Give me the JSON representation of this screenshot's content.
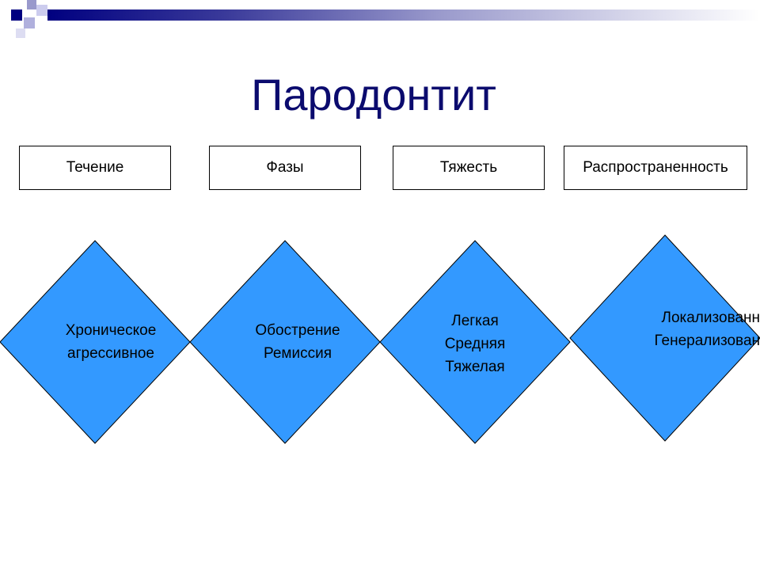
{
  "title": "Пародонтит",
  "colors": {
    "title_text": "#0b0b6e",
    "diamond_fill": "#3399ff",
    "header_bar_start": "#000080"
  },
  "categories": [
    {
      "label": "Течение",
      "items": [
        "Хроническое",
        "агрессивное"
      ]
    },
    {
      "label": "Фазы",
      "items": [
        "Обострение",
        "Ремиссия"
      ]
    },
    {
      "label": "Тяжесть",
      "items": [
        "Легкая",
        "Средняя",
        "Тяжелая"
      ]
    },
    {
      "label": "Распространенность",
      "items": [
        "Локализованн",
        "Генерализован"
      ]
    }
  ]
}
